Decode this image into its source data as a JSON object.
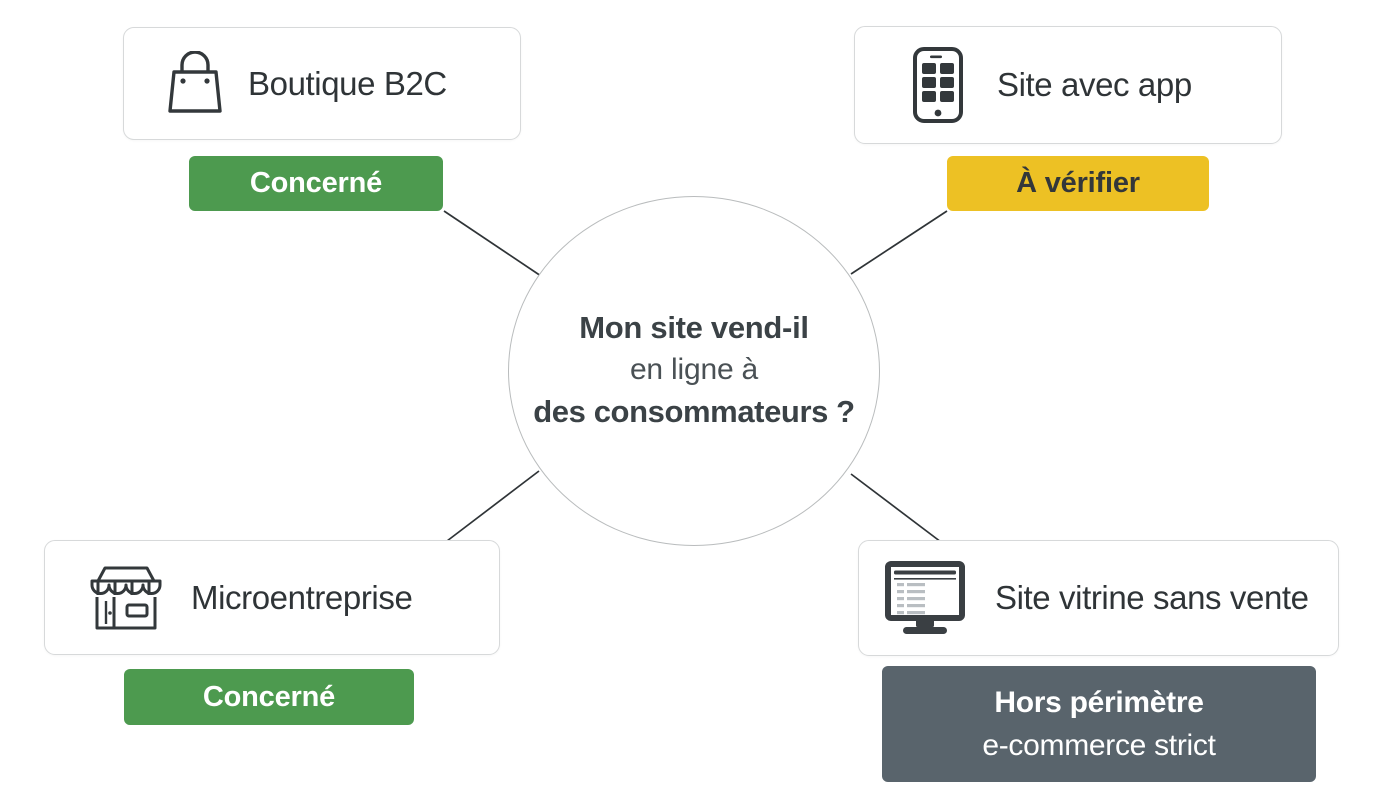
{
  "diagram": {
    "center": {
      "name": "central-question",
      "line1": "Mon site vend-il",
      "line2": "en ligne à",
      "line3": "des consommateurs ?"
    },
    "branches": [
      {
        "id": "b2c",
        "icon": "shopping-bag-icon",
        "label": "Boutique B2C",
        "badge": {
          "text": "Concerné",
          "color": "#4d9a4f",
          "text_color": "#ffffff"
        }
      },
      {
        "id": "app",
        "icon": "mobile-app-icon",
        "label": "Site avec app",
        "badge": {
          "text": "À vérifier",
          "color": "#edc124",
          "text_color": "#33373a"
        }
      },
      {
        "id": "micro",
        "icon": "storefront-icon",
        "label": "Microentreprise",
        "badge": {
          "text": "Concerné",
          "color": "#4d9a4f",
          "text_color": "#ffffff"
        }
      },
      {
        "id": "vitrine",
        "icon": "desktop-monitor-icon",
        "label": "Site vitrine sans vente",
        "badge": {
          "line1": "Hors périmètre",
          "line2": "e-commerce strict",
          "color": "#59646c",
          "text_color": "#ffffff"
        }
      }
    ],
    "colors": {
      "card_border": "#d7d9da",
      "circle_border": "#b9bcbd",
      "connector": "#2f3437",
      "icon_stroke": "#33383b",
      "background": "#ffffff"
    }
  }
}
